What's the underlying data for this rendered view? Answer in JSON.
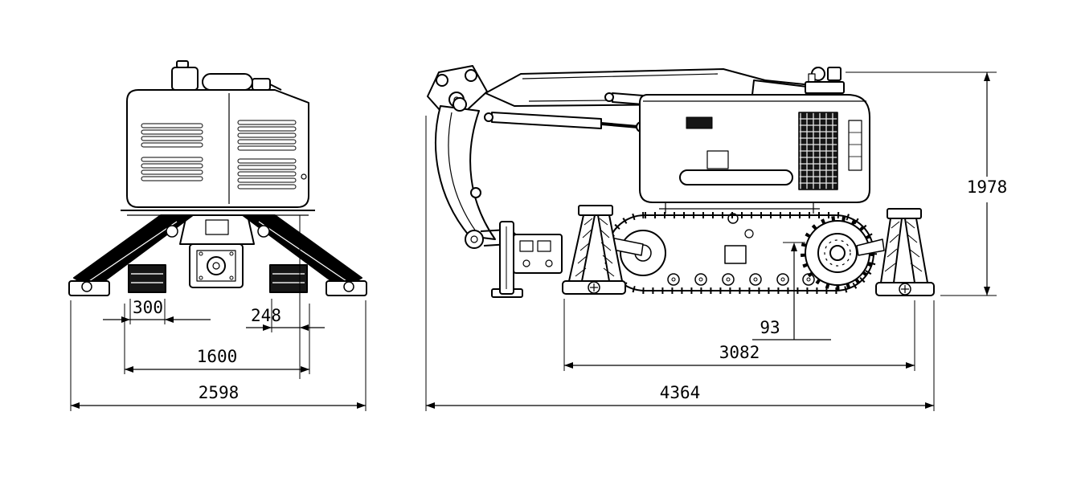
{
  "drawing": {
    "colors": {
      "line": "#000000",
      "background": "#ffffff",
      "dark_fill": "#161616"
    },
    "front_view": {
      "dims": [
        {
          "label": "300"
        },
        {
          "label": "248"
        },
        {
          "label": "1600"
        },
        {
          "label": "2598"
        }
      ]
    },
    "side_view": {
      "dims": [
        {
          "label": "93"
        },
        {
          "label": "3082"
        },
        {
          "label": "4364"
        },
        {
          "label": "1978"
        }
      ]
    }
  }
}
